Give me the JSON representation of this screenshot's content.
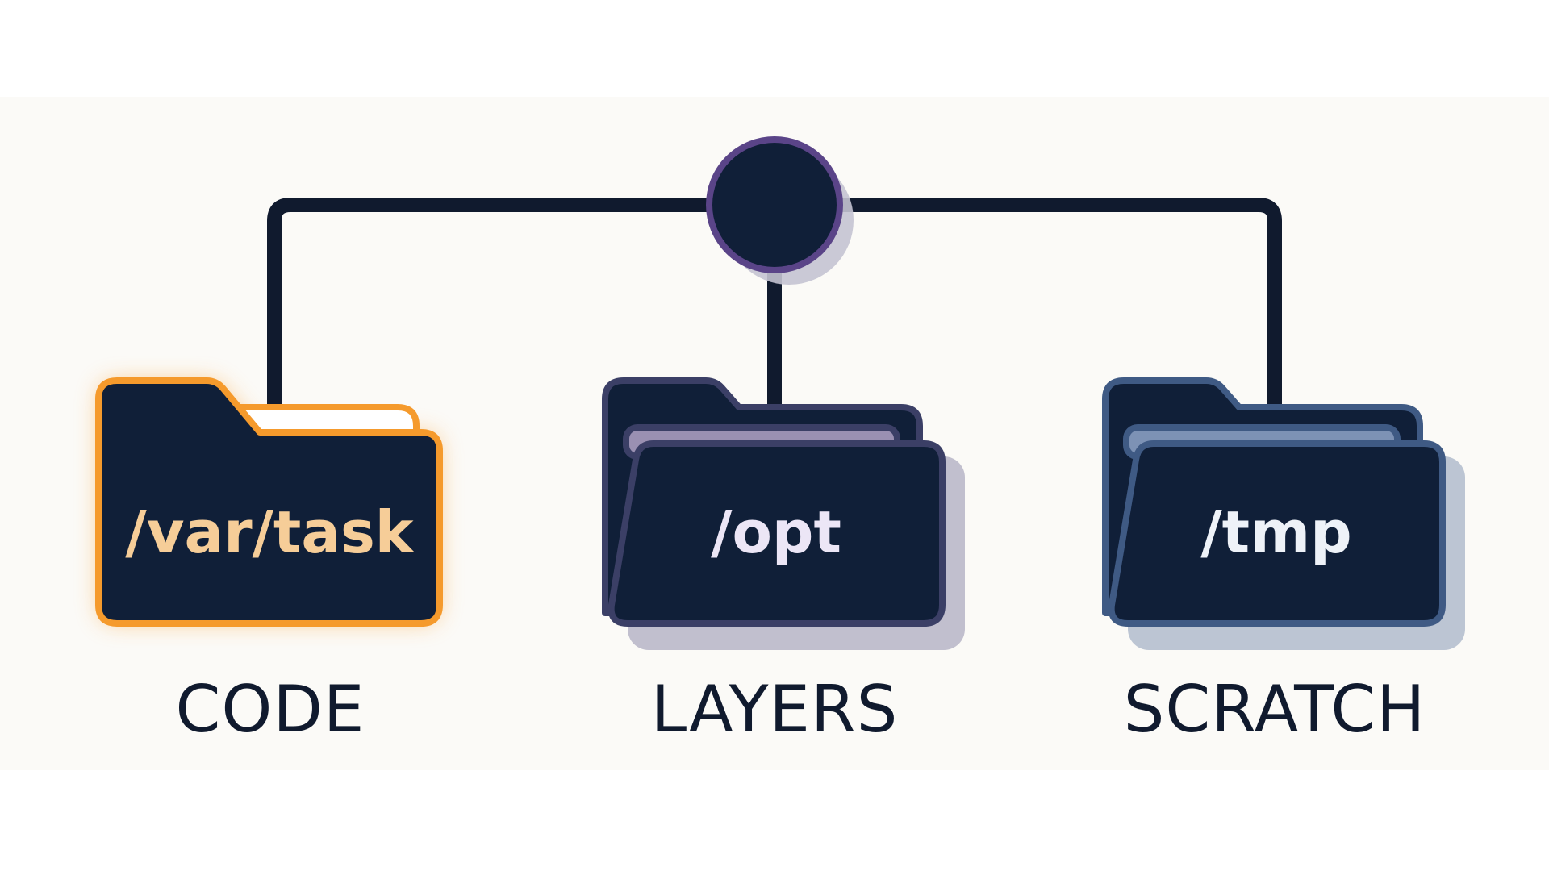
{
  "colors": {
    "navy": "#101f38",
    "hub_ring": "#5a4488",
    "code_accent": "#f59a2c",
    "code_text": "#f6cd98",
    "layers_accent": "#3b3f66",
    "layers_text": "#ece6f6",
    "scratch_accent": "#3f5a84",
    "scratch_text": "#eef2f8",
    "connector": "#101a2e"
  },
  "hub": {
    "icon": "circle-node"
  },
  "folders": [
    {
      "id": "code",
      "path": "/var/task",
      "caption": "CODE",
      "highlighted": true,
      "icon": "folder-icon"
    },
    {
      "id": "layers",
      "path": "/opt",
      "caption": "LAYERS",
      "highlighted": false,
      "icon": "stacked-folder-icon"
    },
    {
      "id": "scratch",
      "path": "/tmp",
      "caption": "SCRATCH",
      "highlighted": false,
      "icon": "stacked-folder-icon"
    }
  ]
}
